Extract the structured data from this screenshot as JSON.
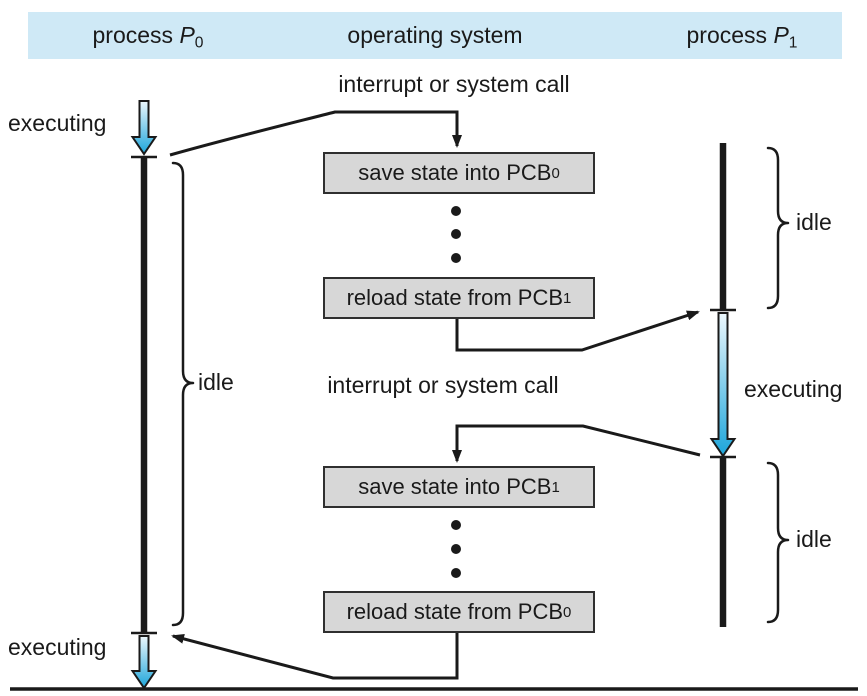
{
  "header": {
    "columns": [
      {
        "pre": "process ",
        "var": "P",
        "sub": "0"
      },
      {
        "pre": "operating system",
        "var": "",
        "sub": ""
      },
      {
        "pre": "process ",
        "var": "P",
        "sub": "1"
      }
    ]
  },
  "os_boxes": [
    {
      "text": "save state into PCB",
      "sub": "0"
    },
    {
      "text": "reload state from PCB",
      "sub": "1"
    },
    {
      "text": "save state into PCB",
      "sub": "1"
    },
    {
      "text": "reload state from PCB",
      "sub": "0"
    }
  ],
  "annotations": {
    "interrupt_top": "interrupt or system call",
    "interrupt_bottom": "interrupt or system call",
    "executing_p0_top": "executing",
    "executing_p0_bottom": "executing",
    "executing_p1": "executing",
    "idle_p0": "idle",
    "idle_p1_top": "idle",
    "idle_p1_bottom": "idle"
  },
  "colors": {
    "header_bg": "#cfe9f6",
    "box_bg": "#d7d7d7",
    "box_border": "#2f2f2f",
    "line": "#1a1a1a",
    "arrow_gradient_top": "#edf8fd",
    "arrow_gradient_bottom": "#1ca5da"
  }
}
